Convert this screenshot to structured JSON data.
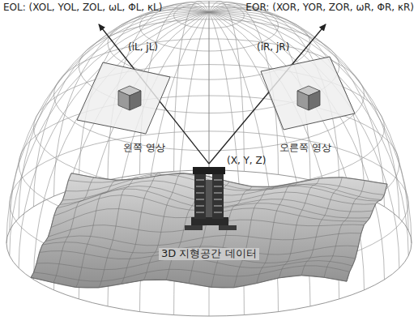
{
  "diagram": {
    "nodes": [
      {
        "text": [
          "(iL, jL)",
          "왼쪽 영상"
        ]
      },
      {
        "text": [
          "(iR, jR)",
          "오른쪽 영상"
        ]
      }
    ],
    "labels": [
      "EOL: (XOL, YOL, ZOL, ωL, ΦL, κL)",
      "EOR: (XOR, YOR, ZOR, ωR, ΦR, κR)",
      "(X, Y, Z)",
      "3D 지형공간 데이터"
    ]
  }
}
